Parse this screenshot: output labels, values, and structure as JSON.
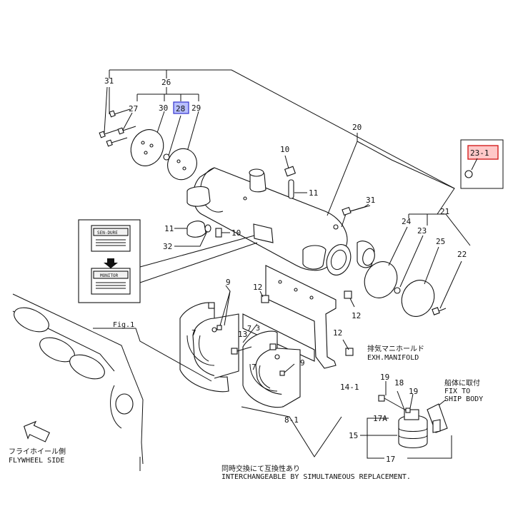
{
  "diagram": {
    "part_numbers": {
      "p31a": "31",
      "p26": "26",
      "p27": "27",
      "p30": "30",
      "p28": "28",
      "p29": "29",
      "p10a": "10",
      "p11a": "11",
      "p20": "20",
      "p31b": "31",
      "p21": "21",
      "p24": "24",
      "p23": "23",
      "p25": "25",
      "p22": "22",
      "p11b": "11",
      "p10b": "10",
      "p32": "32",
      "p9": "9",
      "p12a": "12",
      "p12b": "12",
      "p12c": "12",
      "p7a": "7",
      "p13": "13",
      "p7b": "7",
      "p9b": "9",
      "p14": "14-1",
      "p8": "8-1",
      "p19a": "19",
      "p18": "18",
      "p19b": "19",
      "p17a": "17A",
      "p15": "15",
      "p17": "17",
      "p23_1": "23-1"
    },
    "labels": {
      "exh_jp": "排気マニホールド",
      "exh_en": "EXH.MANIFOLD",
      "fig": "Fig.1",
      "fly_jp": "フライホイール側",
      "fly_en": "FLYWHEEL SIDE",
      "fix_jp": "船体に取付",
      "fix_en1": "FIX TO",
      "fix_en2": "SHIP BODY",
      "inter_jp": "同時交換にて互換性あり",
      "inter_en": "INTERCHANGEABLE BY SIMULTANEOUS REPLACEMENT.",
      "plate_old": "SEN-DURE",
      "plate_new": "MONITOR"
    },
    "highlights": {
      "selected_blue": "#b8bfff",
      "selected_red": "#ffc8c8"
    }
  }
}
